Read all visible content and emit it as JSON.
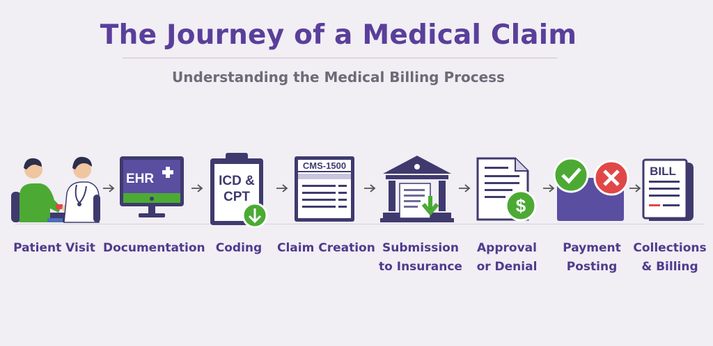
{
  "title": "The Journey of a Medical Claim",
  "subtitle": "Understanding the Medical Billing Process",
  "colors": {
    "purple": "#5a3f9a",
    "navy": "#4b3f86",
    "green": "#4caa34",
    "red": "#e04848",
    "gray_text": "#6d6b78"
  },
  "icons": {
    "ehr_text": "EHR",
    "coding_line1": "ICD &",
    "coding_line2": "CPT",
    "form_text": "CMS-1500",
    "bill_text": "BILL",
    "dollar": "$"
  },
  "steps": [
    {
      "icon": "patient-doctor-icon",
      "line1": "Patient Visit",
      "line2": ""
    },
    {
      "icon": "ehr-monitor-icon",
      "line1": "Documentation",
      "line2": ""
    },
    {
      "icon": "clipboard-icon",
      "line1": "Coding",
      "line2": ""
    },
    {
      "icon": "claim-form-icon",
      "line1": "Claim Creation",
      "line2": ""
    },
    {
      "icon": "insurance-building-icon",
      "line1": "Submission",
      "line2": "to Insurance"
    },
    {
      "icon": "document-dollar-icon",
      "line1": "Approval",
      "line2": "or Denial"
    },
    {
      "icon": "check-cross-icon",
      "line1": "Payment",
      "line2": "Posting"
    },
    {
      "icon": "bill-icon",
      "line1": "Collections",
      "line2": "& Billing"
    }
  ]
}
